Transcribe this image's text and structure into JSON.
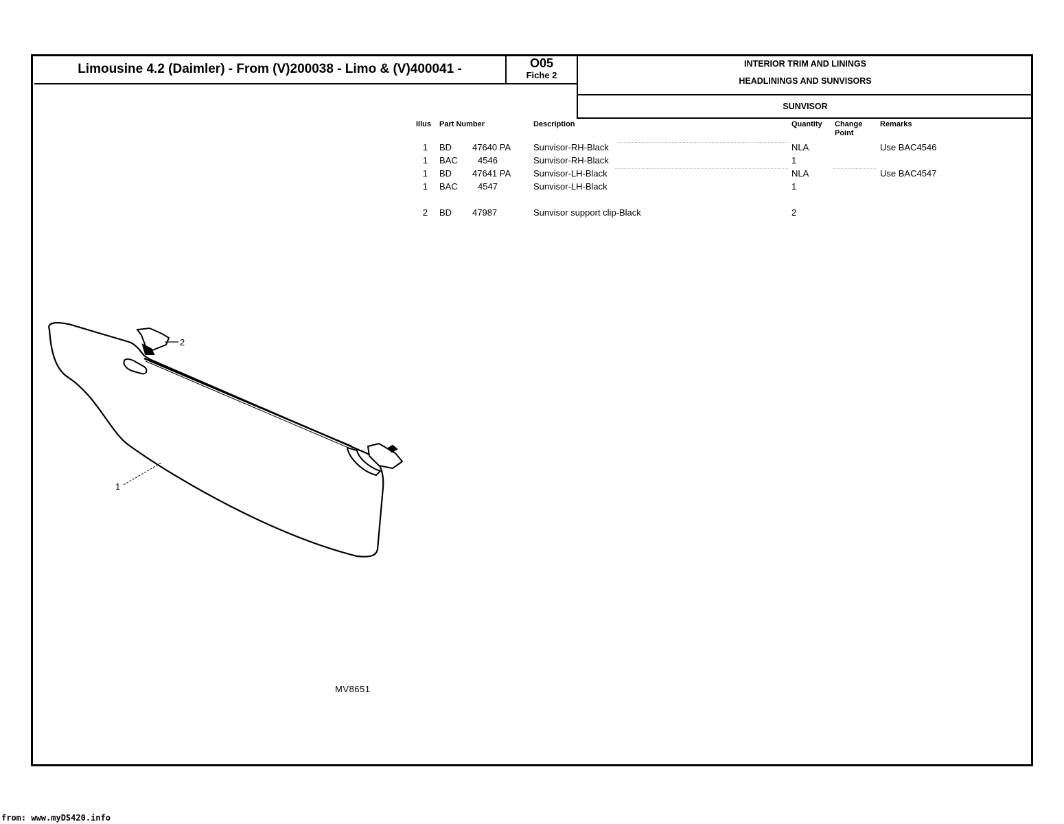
{
  "header": {
    "title": "Limousine 4.2 (Daimler) - From (V)200038 - Limo & (V)400041 -",
    "code": "O05",
    "fiche": "Fiche 2",
    "section": "INTERIOR TRIM AND LININGS",
    "subsection": "HEADLININGS AND SUNVISORS",
    "group": "SUNVISOR"
  },
  "columns": {
    "illus": "Illus",
    "part_number": "Part Number",
    "description": "Description",
    "quantity": "Quantity",
    "change_point": "Change Point",
    "remarks": "Remarks"
  },
  "parts": [
    {
      "illus": "1",
      "prefix": "BD",
      "number": "47640 PA",
      "description": "Sunvisor-RH-Black",
      "quantity": "NLA",
      "remarks": "Use BAC4546"
    },
    {
      "illus": "1",
      "prefix": "BAC",
      "number": "4546",
      "description": "Sunvisor-RH-Black",
      "quantity": "1",
      "remarks": ""
    },
    {
      "illus": "1",
      "prefix": "BD",
      "number": "47641 PA",
      "description": "Sunvisor-LH-Black",
      "quantity": "NLA",
      "remarks": "Use BAC4547"
    },
    {
      "illus": "1",
      "prefix": "BAC",
      "number": "4547",
      "description": "Sunvisor-LH-Black",
      "quantity": "1",
      "remarks": ""
    },
    {
      "illus": "2",
      "prefix": "BD",
      "number": "47987",
      "description": "Sunvisor support clip-Black",
      "quantity": "2",
      "remarks": ""
    }
  ],
  "illustration": {
    "callout_1": "1",
    "callout_2": "2",
    "reference": "MV8651"
  },
  "footer": {
    "source": "from: www.myDS420.info"
  }
}
